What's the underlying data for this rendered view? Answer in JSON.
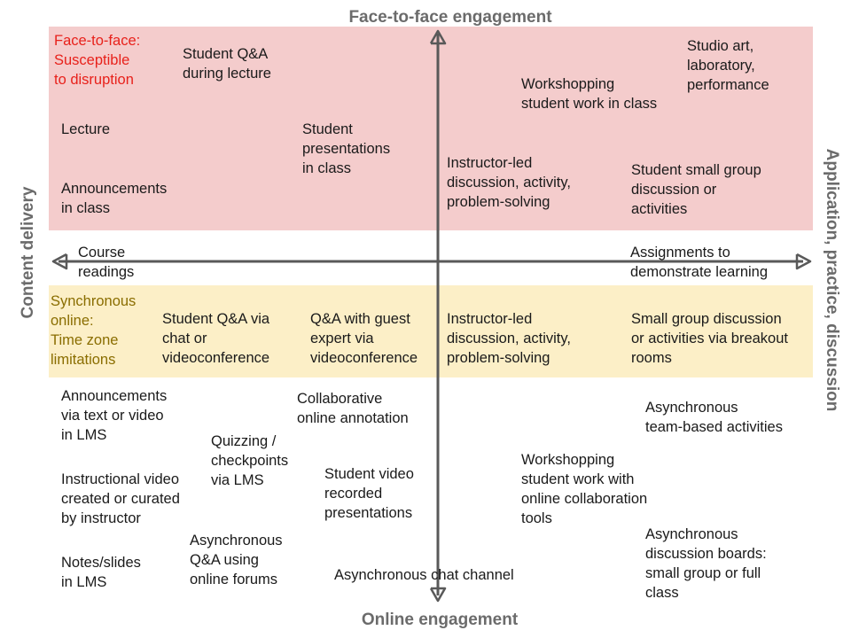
{
  "axes": {
    "top": "Face-to-face engagement",
    "bottom": "Online engagement",
    "left": "Content delivery",
    "right": "Application, practice, discussion"
  },
  "bands": {
    "face_to_face_label": "Face-to-face:\nSusceptible\nto disruption",
    "synchronous_label": "Synchronous\nonline:\nTime zone\nlimitations"
  },
  "face_to_face": {
    "student_qa_lecture": "Student Q&A\nduring lecture",
    "lecture": "Lecture",
    "announcements_class": "Announcements\nin class",
    "student_presentations": "Student\npresentations\nin class",
    "workshopping_class": "Workshopping\nstudent work in class",
    "studio_art": "Studio art,\nlaboratory,\nperformance",
    "instructor_led": "Instructor-led\ndiscussion, activity,\nproblem-solving",
    "small_group": "Student small group\ndiscussion or\nactivities"
  },
  "midline": {
    "course_readings": "Course\nreadings",
    "assignments": "Assignments to\ndemonstrate learning"
  },
  "synchronous": {
    "qa_chat": "Student Q&A via\nchat or\nvideoconference",
    "qa_guest": "Q&A with guest\nexpert via\nvideoconference",
    "instructor_led": "Instructor-led\ndiscussion, activity,\nproblem-solving",
    "breakout": "Small group discussion\nor activities via breakout\nrooms"
  },
  "asynchronous": {
    "announcements_lms": "Announcements\nvia text or video\nin LMS",
    "collab_annotation": "Collaborative\nonline annotation",
    "team_based": "Asynchronous\nteam-based activities",
    "quizzing": "Quizzing /\ncheckpoints\nvia LMS",
    "instructional_video": "Instructional video\ncreated or curated\nby instructor",
    "student_video": "Student video\nrecorded\npresentations",
    "workshopping_online": "Workshopping\nstudent work with\nonline collaboration\ntools",
    "async_qa": "Asynchronous\nQ&A using\nonline forums",
    "notes_slides": "Notes/slides\nin LMS",
    "chat_channel": "Asynchronous chat channel",
    "discussion_boards": "Asynchronous\ndiscussion boards:\nsmall group or full\nclass"
  },
  "colors": {
    "face_to_face_band": "#f4cccc",
    "synchronous_band": "#fcefc7",
    "axis": "#595959",
    "face_to_face_label": "#e8211b",
    "synchronous_label": "#8a6d00"
  }
}
